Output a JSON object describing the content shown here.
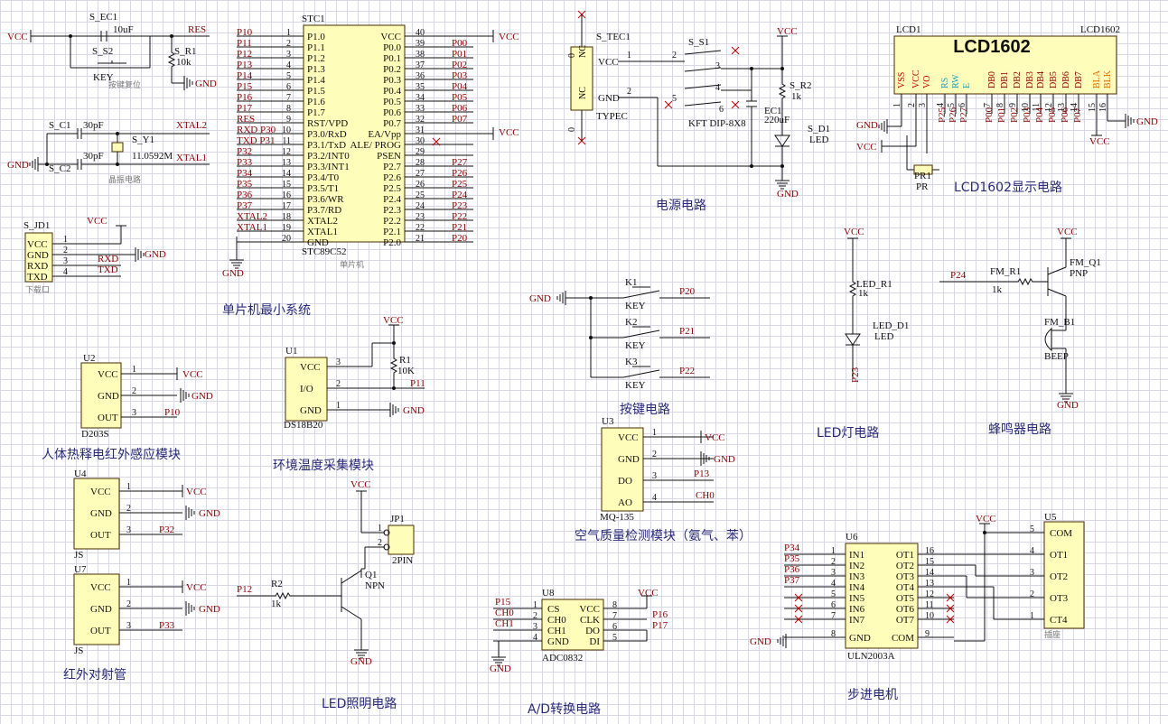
{
  "top": {
    "vcc": "VCC",
    "gnd": "GND"
  },
  "reset": {
    "cap": "S_EC1",
    "cap_val": "10uF",
    "net": "RES",
    "key": "S_S2",
    "key_lbl": "KEY",
    "res": "S_R1",
    "res_val": "10k",
    "desc": "按键复位"
  },
  "xtal": {
    "c1": "S_C1",
    "c2": "S_C2",
    "c1v": "30pF",
    "c2v": "30pF",
    "y": "S_Y1",
    "yv": "11.0592M",
    "x2": "XTAL2",
    "x1": "XTAL1",
    "desc": "晶振电路"
  },
  "jd1": {
    "ref": "S_JD1",
    "pins": [
      "VCC",
      "GND",
      "RXD",
      "TXD"
    ],
    "nums": [
      "1",
      "2",
      "3",
      "4"
    ],
    "nets": [
      "RXD",
      "TXD"
    ],
    "desc": "下载口"
  },
  "mcu": {
    "ref": "STC1",
    "part": "STC89C52",
    "desc": "单片机",
    "left_nets": [
      "P10",
      "P11",
      "P12",
      "P13",
      "P14",
      "P15",
      "P16",
      "P17",
      "RES",
      "RXD P30",
      "TXD P31",
      "P32",
      "P33",
      "P34",
      "P35",
      "P36",
      "P37",
      "XTAL2",
      "XTAL1",
      ""
    ],
    "left_pins": [
      "P1.0",
      "P1.1",
      "P1.2",
      "P1.3",
      "P1.4",
      "P1.5",
      "P1.6",
      "P1.7",
      "RST/VPD",
      "P3.0/RxD",
      "P3.1/TxD",
      "P3.2/INT0",
      "P3.3/INT1",
      "P3.4/T0",
      "P3.5/T1",
      "P3.6/WR",
      "P3.7/RD",
      "XTAL2",
      "XTAL1",
      "GND"
    ],
    "left_nums": [
      "1",
      "2",
      "3",
      "4",
      "5",
      "6",
      "7",
      "8",
      "9",
      "10",
      "11",
      "12",
      "13",
      "14",
      "15",
      "16",
      "17",
      "18",
      "19",
      "20"
    ],
    "right_pins": [
      "VCC",
      "P0.0",
      "P0.1",
      "P0.2",
      "P0.3",
      "P0.4",
      "P0.5",
      "P0.6",
      "P0.7",
      "EA/Vpp",
      "ALE/ PROG",
      "PSEN",
      "P2.7",
      "P2.6",
      "P2.5",
      "P2.4",
      "P2.3",
      "P2.2",
      "P2.1",
      "P2.0"
    ],
    "right_nums": [
      "40",
      "39",
      "38",
      "37",
      "36",
      "35",
      "34",
      "33",
      "32",
      "31",
      "30",
      "29",
      "28",
      "27",
      "26",
      "25",
      "24",
      "23",
      "22",
      "21"
    ],
    "right_nets": [
      "",
      "P00",
      "P01",
      "P02",
      "P03",
      "P04",
      "P05",
      "P06",
      "P07",
      "",
      "",
      "",
      "P27",
      "P26",
      "P25",
      "P24",
      "P23",
      "P22",
      "P21",
      "P20"
    ],
    "title": "单片机最小系统"
  },
  "power": {
    "ref": "S_TEC1",
    "type": "TYPEC",
    "pins": [
      "VCC",
      "GND",
      "NC",
      "NC"
    ],
    "sw": "S_S1",
    "sw_part": "KFT DIP-8X8",
    "cap": "EC1",
    "cap_val": "220uF",
    "r": "S_R2",
    "rv": "1k",
    "d": "S_D1",
    "dv": "LED",
    "nums": [
      "1",
      "2",
      "2",
      "3",
      "4",
      "5",
      "6",
      "0",
      "0"
    ],
    "title": "电源电路"
  },
  "lcd": {
    "ref": "LCD1",
    "ref2": "LCD1602",
    "name": "LCD1602",
    "pins": [
      "VSS",
      "VCC",
      "VO",
      "RS",
      "RW",
      "E",
      "DB0",
      "DB1",
      "DB2",
      "DB3",
      "DB4",
      "DB5",
      "DB6",
      "DB7",
      "BLA",
      "BLK"
    ],
    "nums": [
      "1",
      "2",
      "3",
      "4",
      "5",
      "6",
      "7",
      "8",
      "9",
      "10",
      "11",
      "12",
      "13",
      "14",
      "15",
      "16"
    ],
    "nets": [
      "P25",
      "P26",
      "P27",
      "P00",
      "P01",
      "P02",
      "P03",
      "P04",
      "P05",
      "P06",
      "P07"
    ],
    "pr": "PR1",
    "prv": "PR",
    "title": "LCD1602显示电路"
  },
  "keys": {
    "labels": [
      "K1",
      "K2",
      "K3"
    ],
    "key": "KEY",
    "nets": [
      "P20",
      "P21",
      "P22"
    ],
    "title": "按键电路"
  },
  "led": {
    "r": "LED_R1",
    "rv": "1k",
    "d": "LED_D1",
    "dv": "LED",
    "net": "P23",
    "title": "LED灯电路"
  },
  "buzz": {
    "q": "FM_Q1",
    "qv": "PNP",
    "r": "FM_R1",
    "rv": "1k",
    "b": "FM_B1",
    "bv": "BEEP",
    "net": "P24",
    "title": "蜂鸣器电路"
  },
  "pir": {
    "ref": "U2",
    "part": "D203S",
    "pins": [
      "VCC",
      "GND",
      "OUT"
    ],
    "nums": [
      "1",
      "2",
      "3"
    ],
    "net": "P10",
    "title": "人体热释电红外感应模块"
  },
  "ds": {
    "ref": "U1",
    "part": "DS18B20",
    "pins": [
      "VCC",
      "I/O",
      "GND"
    ],
    "nums": [
      "3",
      "2",
      "1"
    ],
    "r": "R1",
    "rv": "10K",
    "net": "P11",
    "title": "环境温度采集模块"
  },
  "mq": {
    "ref": "U3",
    "part": "MQ-135",
    "pins": [
      "VCC",
      "GND",
      "DO",
      "AO"
    ],
    "nums": [
      "1",
      "2",
      "3",
      "4"
    ],
    "nets": [
      "P13",
      "CH0"
    ],
    "title": "空气质量检测模块（氨气、苯）"
  },
  "js1": {
    "ref": "U4",
    "part": "JS",
    "pins": [
      "VCC",
      "GND",
      "OUT"
    ],
    "nums": [
      "1",
      "2",
      "3"
    ],
    "net": "P32"
  },
  "js2": {
    "ref": "U7",
    "part": "JS",
    "pins": [
      "VCC",
      "GND",
      "OUT"
    ],
    "nums": [
      "1",
      "2",
      "3"
    ],
    "net": "P33",
    "title": "红外对射管"
  },
  "ledlight": {
    "jp": "JP1",
    "jpv": "2PIN",
    "q": "Q1",
    "qv": "NPN",
    "r": "R2",
    "rv": "1k",
    "net": "P12",
    "nums": [
      "1",
      "2"
    ],
    "title": "LED照明电路"
  },
  "adc": {
    "ref": "U8",
    "part": "ADC0832",
    "lpins": [
      "CS",
      "CH0",
      "CH1",
      "GND"
    ],
    "rpins": [
      "VCC",
      "CLK",
      "DO",
      "DI"
    ],
    "lnums": [
      "1",
      "2",
      "3",
      "4"
    ],
    "rnums": [
      "8",
      "7",
      "6",
      "5"
    ],
    "lnets": [
      "P15",
      "CH0",
      "CH1"
    ],
    "rnets": [
      "P16",
      "P17"
    ],
    "title": "A/D转换电路"
  },
  "uln": {
    "ref": "U6",
    "part": "ULN2003A",
    "lpins": [
      "IN1",
      "IN2",
      "IN3",
      "IN4",
      "IN5",
      "IN6",
      "IN7",
      "GND"
    ],
    "rpins": [
      "OT1",
      "OT2",
      "OT3",
      "OT4",
      "OT5",
      "OT6",
      "OT7",
      "COM"
    ],
    "lnums": [
      "1",
      "2",
      "3",
      "4",
      "5",
      "6",
      "7",
      "8"
    ],
    "rnums": [
      "16",
      "15",
      "14",
      "13",
      "12",
      "11",
      "10",
      "9"
    ],
    "lnets": [
      "P34",
      "P35",
      "P36",
      "P37"
    ],
    "motor": "U5",
    "motor_part": "插座",
    "mpins": [
      "COM",
      "OT1",
      "OT2",
      "OT3",
      "CT4"
    ],
    "mnums": [
      "5",
      "4",
      "3",
      "2",
      "1"
    ],
    "title": "步进电机"
  }
}
